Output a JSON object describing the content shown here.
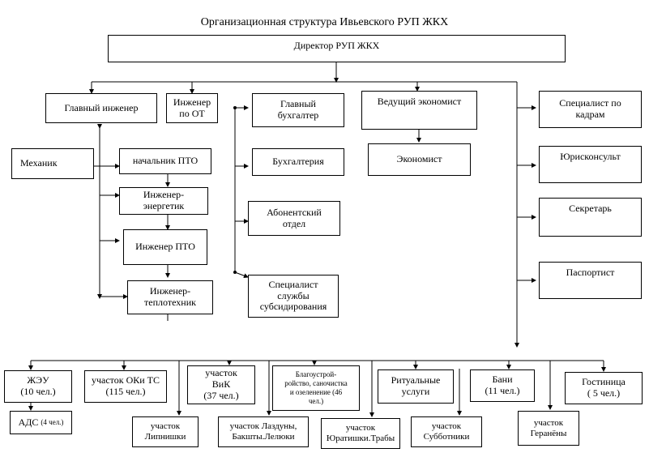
{
  "title": "Организационная структура Ивьевского РУП ЖКХ",
  "director": "Директор  РУП ЖКХ",
  "level1": {
    "chief_engineer": "Главный инженер",
    "ot_engineer": "Инженер\nпо ОТ",
    "chief_accountant": "Главный\nбухгалтер",
    "lead_economist": "Ведущий экономист"
  },
  "engineering": {
    "mechanic": "Механик",
    "pto_head": "начальник ПТО",
    "energy_engineer": "Инженер-\nэнергетик",
    "pto_engineer": "Инженер ПТО",
    "heat_engineer": "Инженер-\nтеплотехник"
  },
  "accounting": {
    "bookkeeping": "Бухгалтерия",
    "subscriber_dept": "Абонентский\nотдел",
    "subsidy_specialist": "Специалист\nслужбы\nсубсидирования"
  },
  "economics": {
    "economist": "Экономист"
  },
  "staff": {
    "hr": "Специалист по\nкадрам",
    "legal": "Юрисконсульт",
    "secretary": "Секретарь",
    "passport": "Паспортист"
  },
  "units": {
    "zheu": "ЖЭУ",
    "zheu_count": "(10 чел.)",
    "oki_ts": "участок ОКи ТС",
    "oki_ts_count": "(115 чел.)",
    "vik_1": "участок",
    "vik_2": "ВиК",
    "vik_count": "(37 чел.)",
    "blago_1": "Благоустрой-",
    "blago_2": "ройство, саночистка",
    "blago_3": "и озеленение",
    "blago_count_a": "(46",
    "blago_count_b": "чел.)",
    "ritual": "Ритуальные\nуслуги",
    "bani": "Бани",
    "bani_count": "(11 чел.)",
    "hotel": "Гостиница",
    "hotel_count": "( 5 чел.)"
  },
  "subunits": {
    "ads": "АДС",
    "ads_count": "(4 чел.)",
    "lipnishki": "участок\nЛипнишки",
    "lazduny": "участок Лаздуны,\nБакшты.Лелюки",
    "yuratishki": "участок\nЮратишки.Трабы",
    "subbotniki": "участок\nСубботники",
    "geranyony": "участок\nГеранёны"
  }
}
